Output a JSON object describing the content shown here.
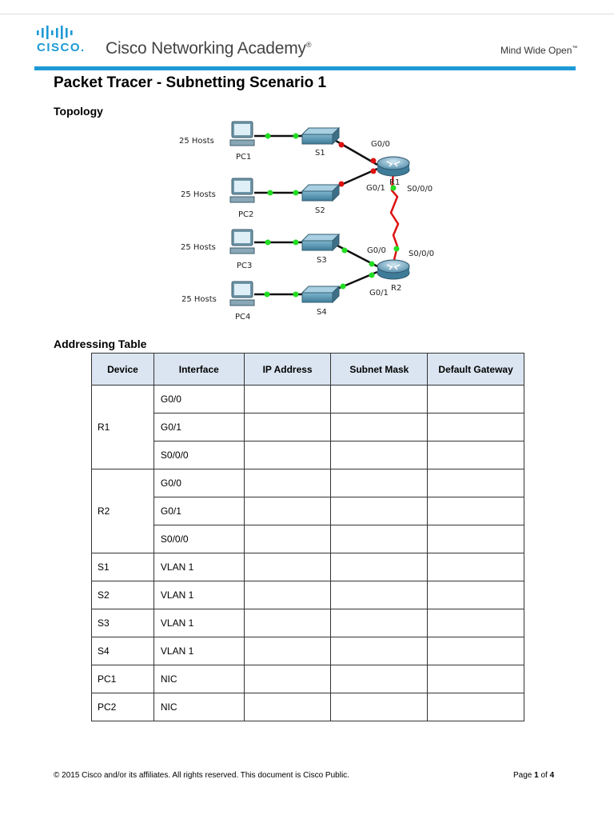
{
  "header": {
    "brand": "CISCO.",
    "academy": "Cisco Networking Academy",
    "trademark": "®",
    "tagline": "Mind Wide Open",
    "tagline_tm": "™",
    "accent_color": "#1d9ad6"
  },
  "title": "Packet Tracer - Subnetting Scenario 1",
  "topology": {
    "heading": "Topology",
    "hosts_labels": [
      "25 Hosts",
      "25 Hosts",
      "25 Hosts",
      "25 Hosts"
    ],
    "pcs": [
      "PC1",
      "PC2",
      "PC3",
      "PC4"
    ],
    "switches": [
      "S1",
      "S2",
      "S3",
      "S4"
    ],
    "routers": [
      "R1",
      "R2"
    ],
    "interfaces": {
      "r1_g00": "G0/0",
      "r1_g01": "G0/1",
      "r1_s000": "S0/0/0",
      "r2_g00": "G0/0",
      "r2_s000": "S0/0/0",
      "r2_g01": "G0/1"
    },
    "link_colors": {
      "up": "#22dd22",
      "down": "#dd1111",
      "serial": "#dd1111"
    }
  },
  "addressing": {
    "heading": "Addressing Table",
    "columns": [
      "Device",
      "Interface",
      "IP Address",
      "Subnet Mask",
      "Default Gateway"
    ],
    "groups": [
      {
        "device": "R1",
        "interfaces": [
          "G0/0",
          "G0/1",
          "S0/0/0"
        ]
      },
      {
        "device": "R2",
        "interfaces": [
          "G0/0",
          "G0/1",
          "S0/0/0"
        ]
      },
      {
        "device": "S1",
        "interfaces": [
          "VLAN 1"
        ]
      },
      {
        "device": "S2",
        "interfaces": [
          "VLAN 1"
        ]
      },
      {
        "device": "S3",
        "interfaces": [
          "VLAN 1"
        ]
      },
      {
        "device": "S4",
        "interfaces": [
          "VLAN 1"
        ]
      },
      {
        "device": "PC1",
        "interfaces": [
          "NIC"
        ]
      },
      {
        "device": "PC2",
        "interfaces": [
          "NIC"
        ]
      }
    ]
  },
  "footer": {
    "copyright": "© 2015 Cisco and/or its affiliates. All rights reserved. This document is Cisco Public.",
    "page_word": "Page",
    "page_current": "1",
    "page_of": "of",
    "page_total": "4"
  }
}
